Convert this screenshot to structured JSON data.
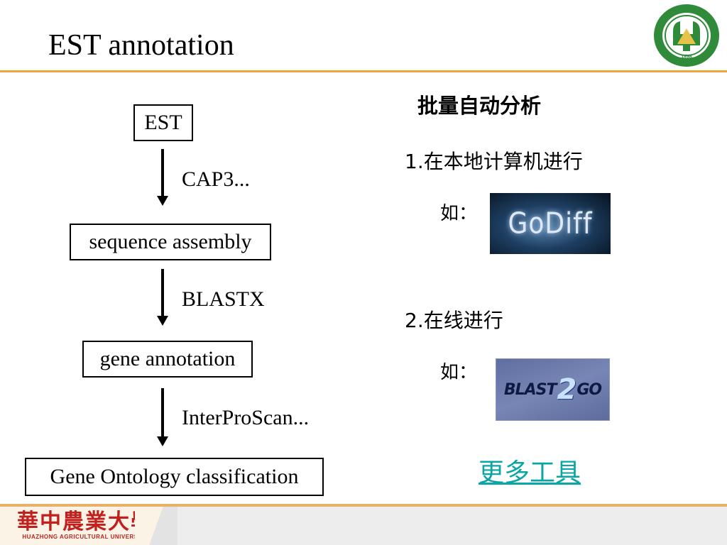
{
  "slide": {
    "title": "EST annotation"
  },
  "logo": {
    "name": "huazhong-agricultural-university-seal",
    "year": "1898",
    "ring_text": "HUAZHONG AGRICULTURAL UNIVERSITY",
    "colors": {
      "ring": "#2f8a3a",
      "field": "#ffffff"
    }
  },
  "flow": {
    "boxes": [
      {
        "label": "EST"
      },
      {
        "label": "sequence assembly"
      },
      {
        "label": "gene annotation"
      },
      {
        "label": "Gene Ontology classification"
      }
    ],
    "arrow_labels": [
      "CAP3...",
      "BLASTX",
      "InterProScan..."
    ]
  },
  "right": {
    "heading": "批量自动分析",
    "items": [
      {
        "number": "1.",
        "text": "在本地计算机进行",
        "example_prefix": "如：",
        "image_text": "GoDiff"
      },
      {
        "number": "2.",
        "text": "在线进行",
        "example_prefix": "如：",
        "image_text_a": "BLAST",
        "image_text_b": "2",
        "image_text_c": "GO"
      }
    ],
    "more_link": "更多工具"
  },
  "footer": {
    "logo_cn": "華中農業大學",
    "logo_en": "HUAZHONG AGRICULTURAL UNIVERSITY"
  },
  "colors": {
    "accent_rule": "#f0a640",
    "link": "#0aa6a6",
    "footer_red": "#c0201e"
  }
}
